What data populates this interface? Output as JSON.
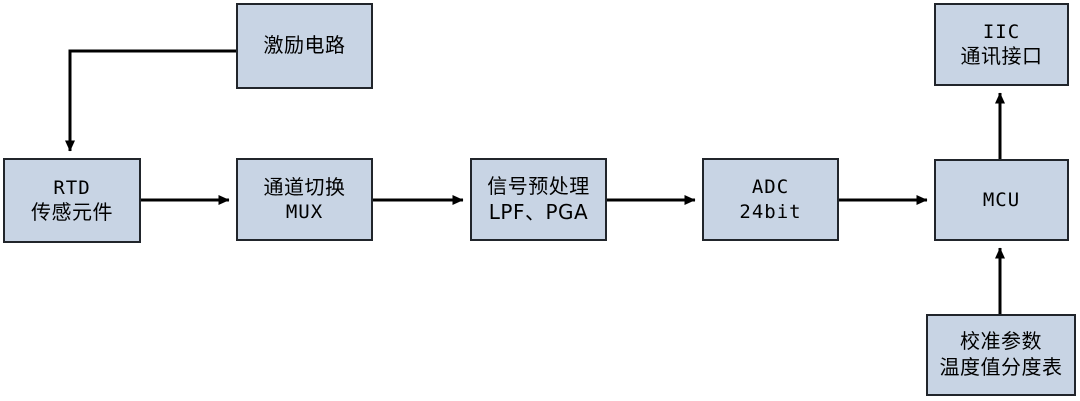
{
  "diagram": {
    "title": "RTD temperature measurement signal chain block diagram",
    "type": "block-diagram",
    "background_color": "#ffffff",
    "node_fill_color": "#c8d4e4",
    "node_border_color": "#21252b",
    "edge_color": "#000000"
  },
  "nodes": {
    "excitation": {
      "name": "excitation-circuit",
      "line1": "激励电路",
      "line2": ""
    },
    "rtd": {
      "name": "rtd-sensor",
      "line1": "RTD",
      "line2": "传感元件"
    },
    "mux": {
      "name": "channel-mux",
      "line1": "通道切换",
      "line2": "MUX"
    },
    "preamp": {
      "name": "signal-preprocess",
      "line1": "信号预处理",
      "line2": "LPF、PGA"
    },
    "adc": {
      "name": "adc",
      "line1": "ADC",
      "line2": "24bit"
    },
    "mcu": {
      "name": "mcu",
      "line1": "MCU",
      "line2": ""
    },
    "iic": {
      "name": "iic-interface",
      "line1": "IIC",
      "line2": "通讯接口"
    },
    "caltable": {
      "name": "calibration-table",
      "line1": "校准参数",
      "line2": "温度值分度表"
    }
  },
  "edges": [
    {
      "id": "excitation-to-rtd",
      "from": "excitation",
      "to": "rtd",
      "style": "elbow-down",
      "arrow": "down"
    },
    {
      "id": "rtd-to-mux",
      "from": "rtd",
      "to": "mux",
      "style": "straight",
      "arrow": "right"
    },
    {
      "id": "mux-to-preamp",
      "from": "mux",
      "to": "preamp",
      "style": "straight",
      "arrow": "right"
    },
    {
      "id": "preamp-to-adc",
      "from": "preamp",
      "to": "adc",
      "style": "straight",
      "arrow": "right"
    },
    {
      "id": "adc-to-mcu",
      "from": "adc",
      "to": "mcu",
      "style": "straight",
      "arrow": "right"
    },
    {
      "id": "mcu-to-iic",
      "from": "mcu",
      "to": "iic",
      "style": "straight",
      "arrow": "up"
    },
    {
      "id": "caltable-to-mcu",
      "from": "caltable",
      "to": "mcu",
      "style": "straight",
      "arrow": "up"
    }
  ]
}
